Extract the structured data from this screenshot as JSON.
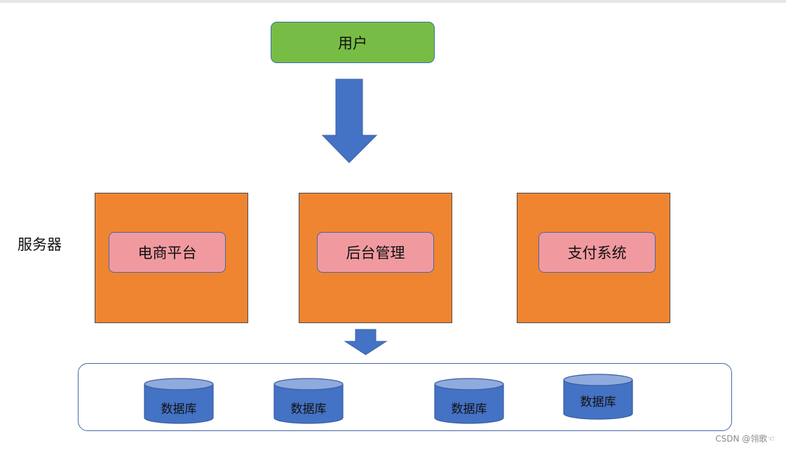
{
  "user": {
    "label": "用户"
  },
  "server_group_label": "服务器",
  "servers": [
    {
      "label": "电商平台"
    },
    {
      "label": "后台管理"
    },
    {
      "label": "支付系统"
    }
  ],
  "databases": [
    {
      "label": "数据库"
    },
    {
      "label": "数据库"
    },
    {
      "label": "数据库"
    },
    {
      "label": "数据库"
    }
  ],
  "watermark": "CSDN @翎歌☜",
  "colors": {
    "user_fill": "#77bd45",
    "server_fill": "#ef8531",
    "service_fill": "#f09aa0",
    "arrow_fill": "#4472c4",
    "db_fill": "#4472c4",
    "db_top": "#8faadc",
    "outline": "#4a66a6"
  }
}
